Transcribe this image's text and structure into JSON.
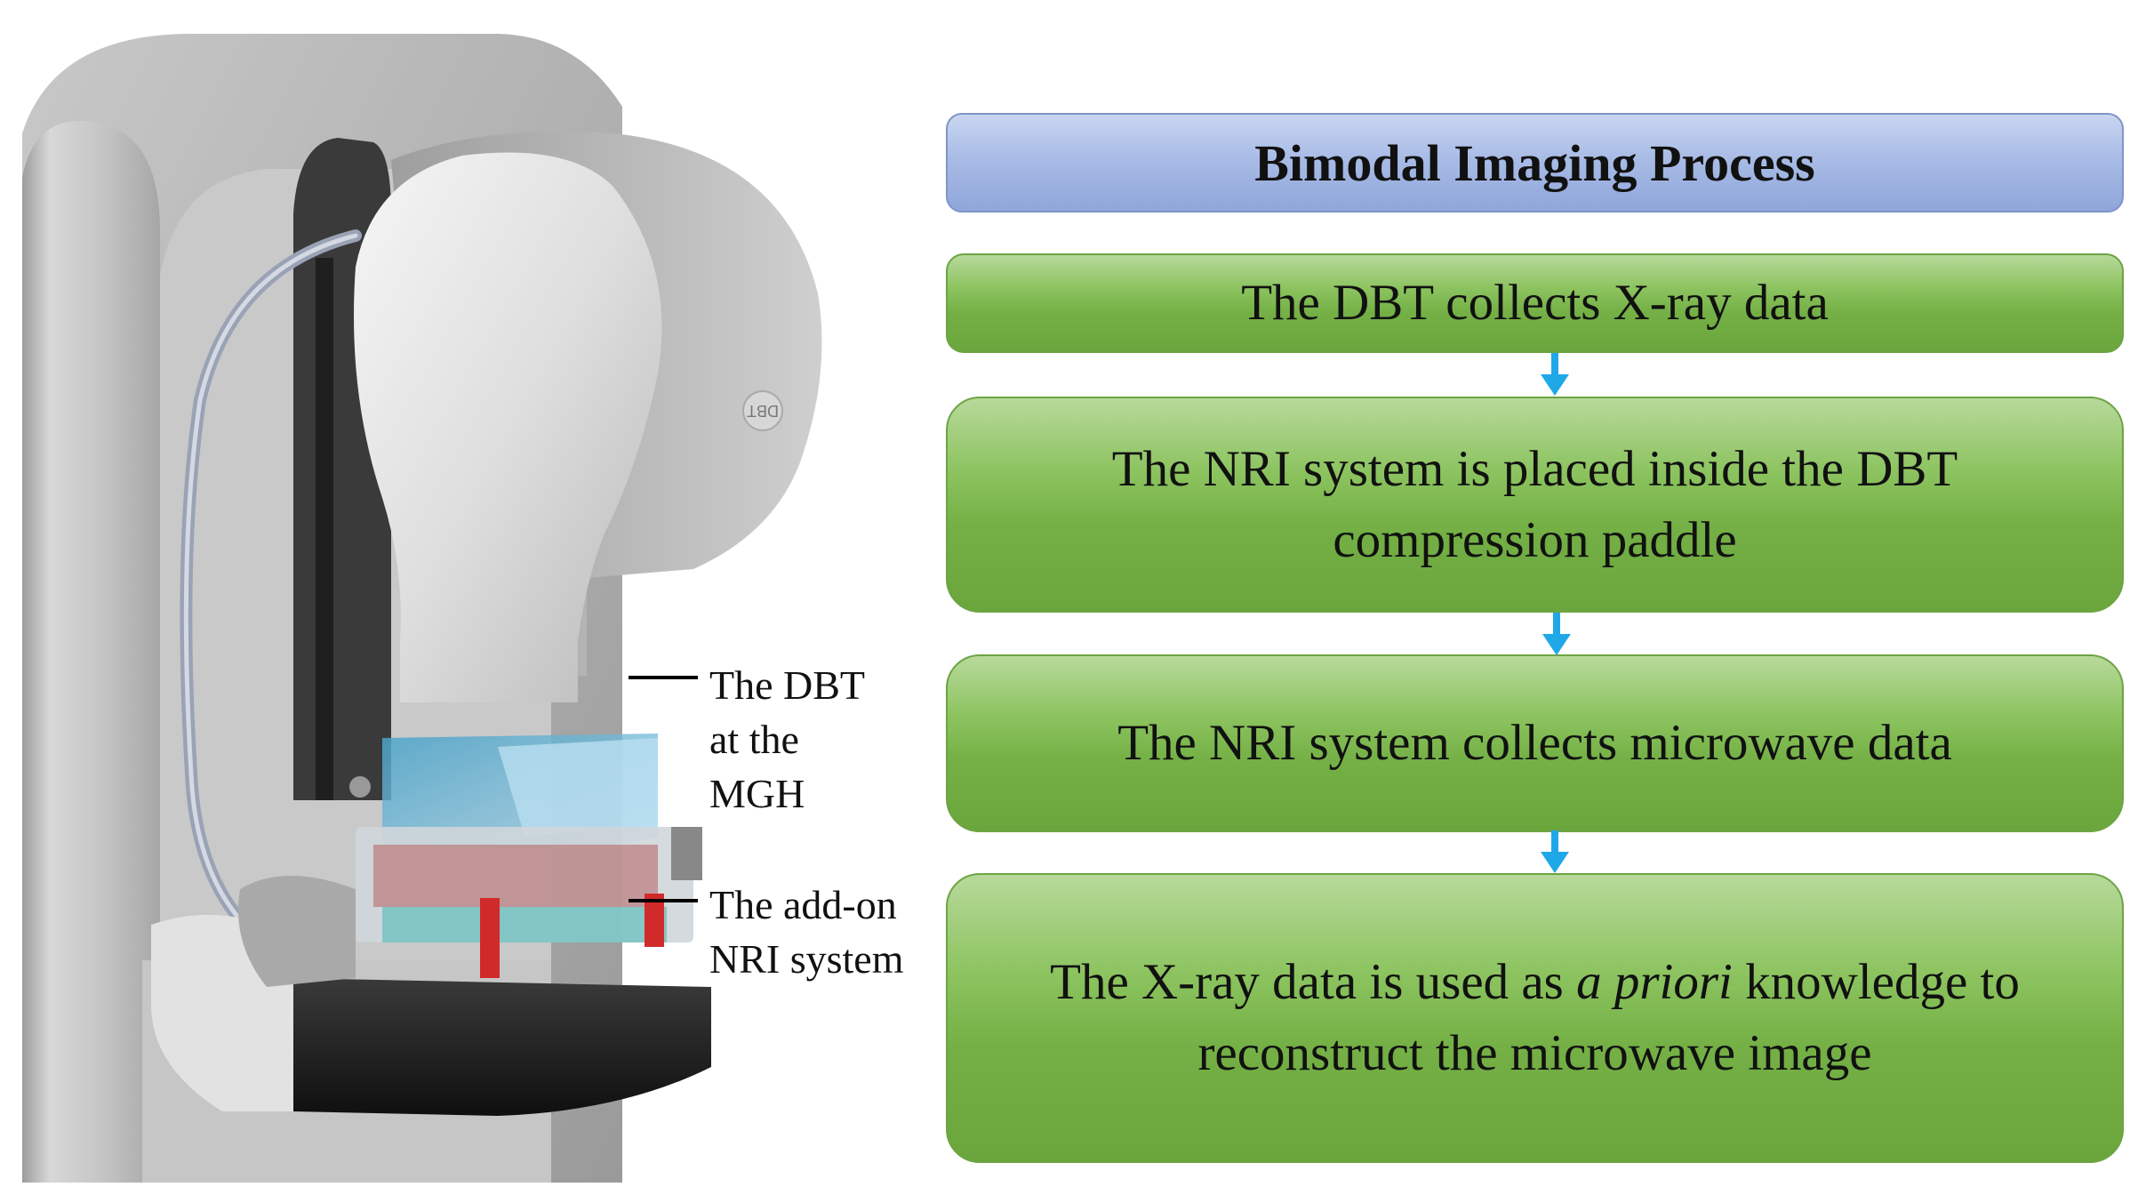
{
  "device_labels": {
    "dbt": {
      "line1": "The DBT",
      "line2": "at the",
      "line3": "MGH"
    },
    "nri": {
      "line1": "The add-on",
      "line2": "NRI system"
    },
    "badge": "DBT"
  },
  "flowchart": {
    "title": "Bimodal Imaging Process",
    "steps": [
      {
        "line1": "The DBT collects X-ray data"
      },
      {
        "line1": "The NRI system is placed inside the DBT",
        "line2": "compression paddle"
      },
      {
        "line1": "The NRI system collects microwave data"
      },
      {
        "line1a": "The X-ray data is used as ",
        "line1b": "a priori",
        "line1c": " knowledge to",
        "line2": "reconstruct the microwave image"
      }
    ]
  },
  "colors": {
    "title_box": "#a9bce6",
    "step_box": "#74b045",
    "arrow": "#1fa8e8"
  }
}
